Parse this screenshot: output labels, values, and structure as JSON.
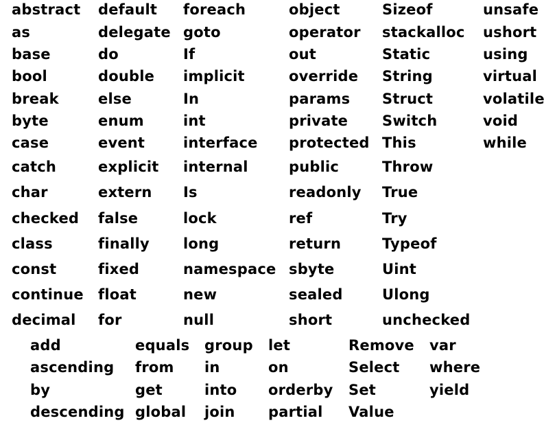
{
  "keywords": {
    "main_columns": [
      [
        "abstract",
        "as",
        "base",
        "bool",
        "break",
        "byte",
        "case",
        "catch",
        "char",
        "checked",
        "class",
        "const",
        "continue",
        "decimal"
      ],
      [
        "default",
        "delegate",
        "do",
        "double",
        "else",
        "enum",
        "event",
        "explicit",
        "extern",
        "false",
        "finally",
        "fixed",
        "float",
        "for"
      ],
      [
        "foreach",
        "goto",
        "If",
        "implicit",
        "In",
        "int",
        "interface",
        "internal",
        "Is",
        "lock",
        "long",
        "namespace",
        "new",
        "null"
      ],
      [
        "object",
        "operator",
        "out",
        "override",
        "params",
        "private",
        "protected",
        "public",
        "readonly",
        "ref",
        "return",
        "sbyte",
        "sealed",
        "short"
      ],
      [
        "Sizeof",
        "stackalloc",
        "Static",
        "String",
        "Struct",
        "Switch",
        "This",
        "Throw",
        "True",
        "Try",
        "Typeof",
        "Uint",
        "Ulong",
        "unchecked"
      ],
      [
        "unsafe",
        "ushort",
        "using",
        "virtual",
        "volatile",
        "void",
        "while"
      ]
    ],
    "contextual_columns": [
      [
        "add",
        "ascending",
        "by",
        "descending"
      ],
      [
        "equals",
        "from",
        "get",
        "global"
      ],
      [
        "group",
        "in",
        "into",
        "join"
      ],
      [
        "let",
        "on",
        "orderby",
        "partial"
      ],
      [
        "Remove",
        "Select",
        "Set",
        "Value"
      ],
      [
        "var",
        "where",
        "yield"
      ]
    ]
  }
}
